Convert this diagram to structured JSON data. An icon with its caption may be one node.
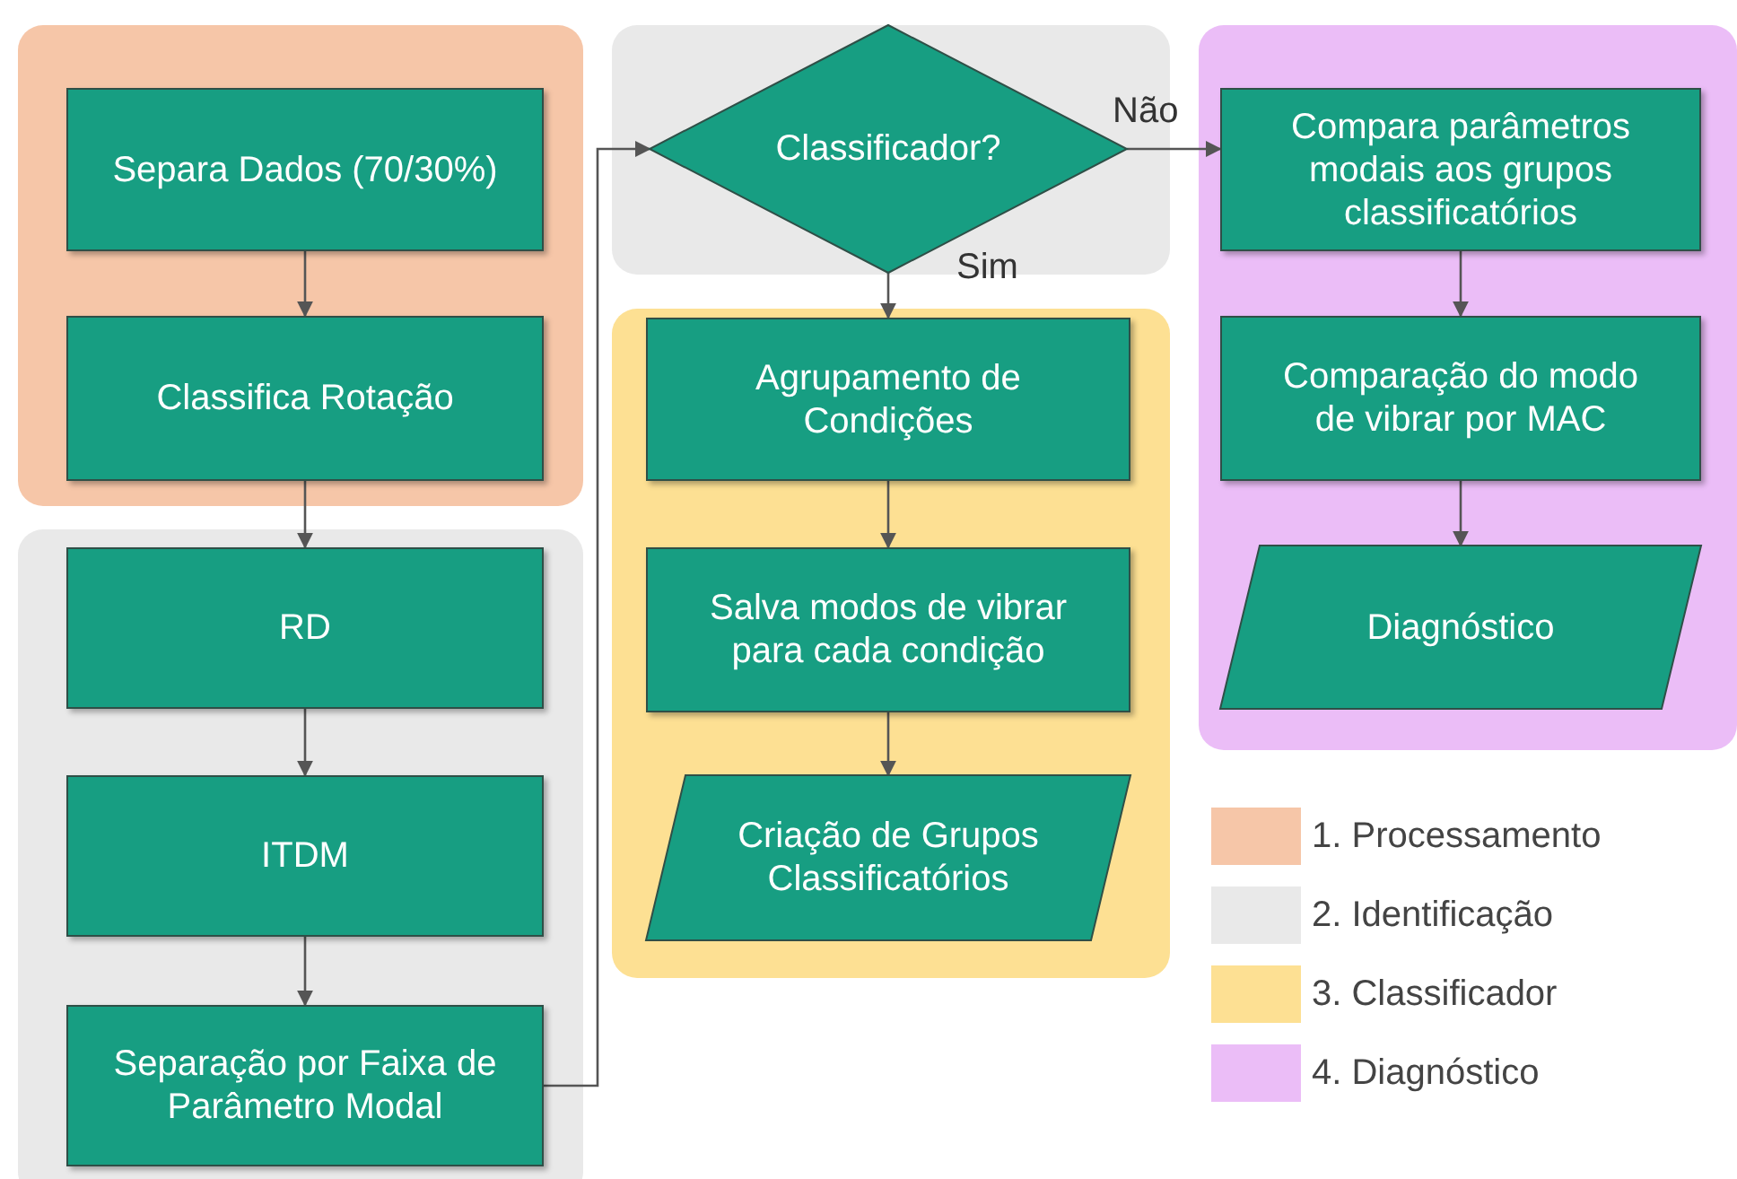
{
  "diagram": {
    "nodes": [
      {
        "text": [],
        "shape": "box"
      },
      {
        "text": [
          "Separa Dados (70/30%)"
        ],
        "in": 0
      },
      {
        "text": [
          "Classifica Rotação"
        ],
        "in": 0
      },
      {
        "text": [],
        "shape": "box"
      },
      {
        "text": [
          "RD"
        ],
        "in": 3
      },
      {
        "text": [
          "ITDM"
        ],
        "in": 3
      },
      {
        "text": [
          "Separação por Faixa de Parâmetro Modal"
        ],
        "in": 3
      },
      {
        "text": [],
        "shape": "box"
      },
      {
        "text": [
          "Classificador?"
        ],
        "in": 7
      },
      {
        "text": [],
        "shape": "box"
      },
      {
        "text": [
          "Agrupamento de Condições"
        ],
        "in": 9
      },
      {
        "text": [
          "Salva modos de vibrar para cada condição"
        ],
        "in": 9
      },
      {
        "text": [
          "Criação de Grupos Classificatórios"
        ],
        "in": 9
      },
      {
        "text": [],
        "shape": "box"
      },
      {
        "text": [
          "Compara parâmetros modais aos grupos classificatórios"
        ],
        "in": 13
      },
      {
        "text": [
          "Comparação do modo de vibrar por MAC"
        ],
        "in": 13
      },
      {
        "text": [
          "Diagnóstico"
        ],
        "in": 13
      }
    ],
    "edges": [
      {
        "from": 1,
        "to": 2,
        "arrow": "to"
      },
      {
        "from": 2,
        "to": 4,
        "arrow": "to"
      },
      {
        "from": 4,
        "to": 5,
        "arrow": "to"
      },
      {
        "from": 5,
        "to": 6,
        "arrow": "to"
      },
      {
        "from": 6,
        "to": 8,
        "arrow": "to"
      },
      {
        "from": 8,
        "to": 10,
        "label": "Sim",
        "arrow": "to"
      },
      {
        "from": 8,
        "to": 14,
        "label": "Não",
        "arrow": "to"
      },
      {
        "from": 10,
        "to": 11,
        "arrow": "to"
      },
      {
        "from": 11,
        "to": 12,
        "arrow": "to"
      },
      {
        "from": 14,
        "to": 15,
        "arrow": "to"
      },
      {
        "from": 15,
        "to": 16,
        "arrow": "to"
      }
    ],
    "legend": [
      {
        "text": "1. Processamento",
        "color": "#f6c6a8"
      },
      {
        "text": "2. Identificação",
        "color": "#e9e9e9"
      },
      {
        "text": "3. Classificador",
        "color": "#fde093"
      },
      {
        "text": "4. Diagnóstico",
        "color": "#ebbdf7"
      }
    ]
  }
}
